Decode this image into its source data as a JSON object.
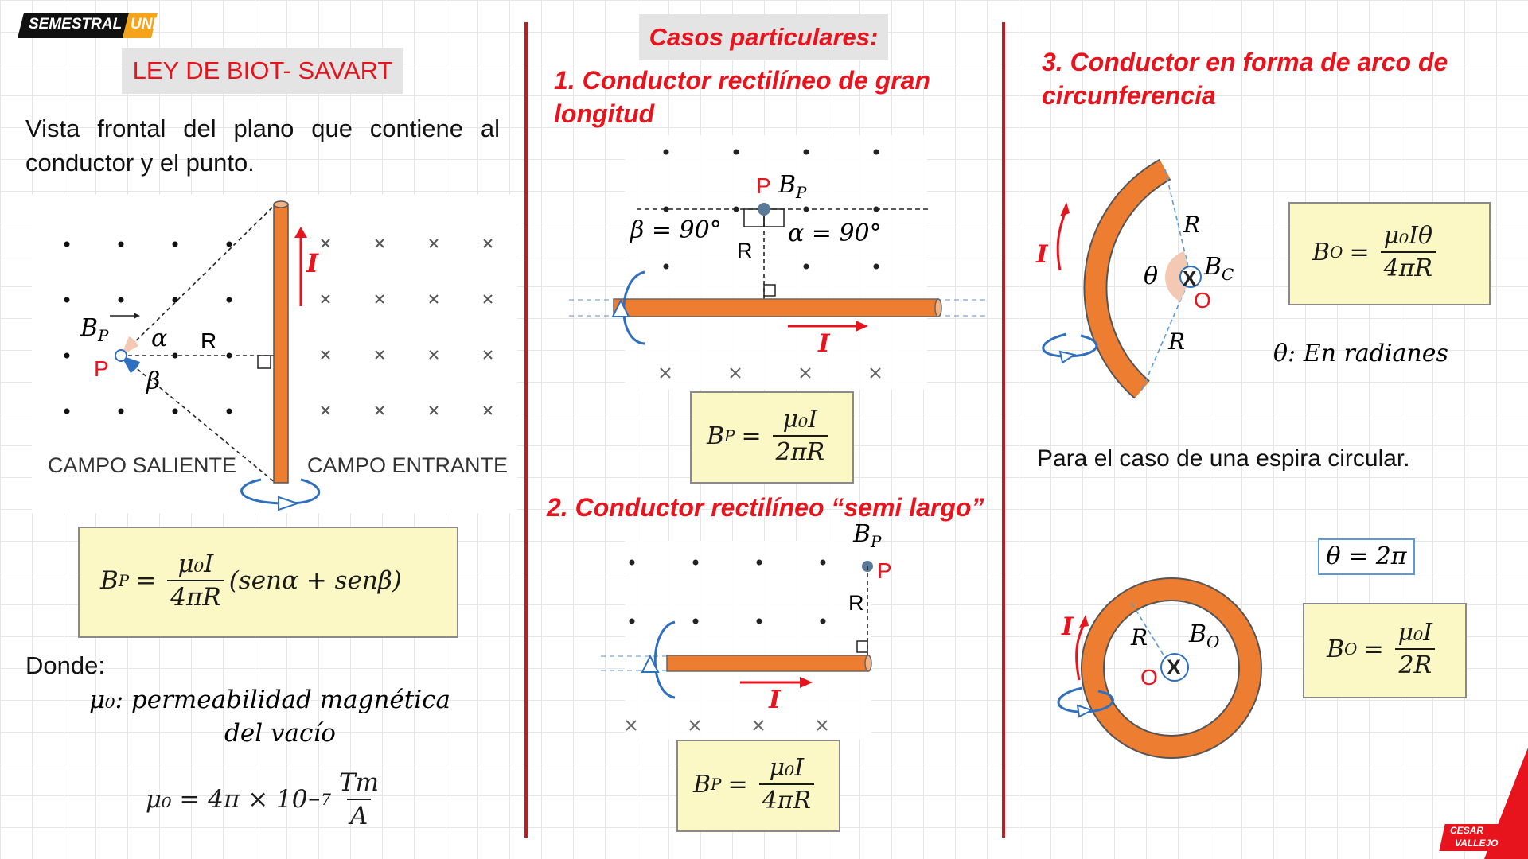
{
  "logo": {
    "semestral": "SEMESTRAL",
    "uni": "UNI"
  },
  "left": {
    "title": "LEY DE BIOT- SAVART",
    "intro": "Vista frontal del plano que contiene al conductor y el punto.",
    "labels": {
      "bp": "B",
      "bp_sub": "P",
      "p": "P",
      "alpha": "α",
      "beta": "β",
      "r": "R",
      "i": "I",
      "campo_saliente": "CAMPO SALIENTE",
      "campo_entrante": "CAMPO ENTRANTE"
    },
    "formula": {
      "lhs": "B",
      "lhs_sub": "P",
      "num": "μ₀I",
      "den": "4πR",
      "tail": "(senα + senβ)"
    },
    "donde": "Donde:",
    "mu_def_1": "μ₀: permeabilidad magnética",
    "mu_def_2": "del vacío",
    "mu_value": {
      "lhs": "μ₀ = 4π × 10",
      "exp": "−7",
      "num": "Tm",
      "den": "A"
    }
  },
  "middle": {
    "cases_title": "Casos particulares:",
    "case1_title_1": "1. Conductor rectilíneo de gran",
    "case1_title_2": "longitud",
    "case1_labels": {
      "p": "P",
      "bp": "B",
      "bp_sub": "P",
      "beta": "β = 90°",
      "alpha": "α = 90°",
      "r": "R",
      "i": "I"
    },
    "case1_formula": {
      "lhs": "B",
      "lhs_sub": "P",
      "num": "μ₀I",
      "den": "2πR"
    },
    "case2_title": "2. Conductor rectilíneo “semi largo”",
    "case2_labels": {
      "p": "P",
      "bp": "B",
      "bp_sub": "P",
      "r": "R",
      "i": "I"
    },
    "case2_formula": {
      "lhs": "B",
      "lhs_sub": "P",
      "num": "μ₀I",
      "den": "4πR"
    }
  },
  "right": {
    "case3_title_1": "3. Conductor en forma de arco de",
    "case3_title_2": "circunferencia",
    "arc_labels": {
      "r": "R",
      "theta": "θ",
      "x": "X",
      "bc": "B",
      "bc_sub": "C",
      "o": "O",
      "i": "I"
    },
    "arc_formula": {
      "lhs": "B",
      "lhs_sub": "O",
      "num": "μ₀Iθ",
      "den": "4πR"
    },
    "theta_note": "θ: En radianes",
    "loop_text": "Para el caso de una espira circular.",
    "theta_value": "θ = 2π",
    "loop_labels": {
      "r": "R",
      "bo": "B",
      "bo_sub": "O",
      "o": "O",
      "x": "X",
      "i": "I"
    },
    "loop_formula": {
      "lhs": "B",
      "lhs_sub": "O",
      "num": "μ₀I",
      "den": "2R"
    }
  },
  "footer_logo": {
    "line1": "CESAR",
    "line2": "VALLEJO"
  }
}
